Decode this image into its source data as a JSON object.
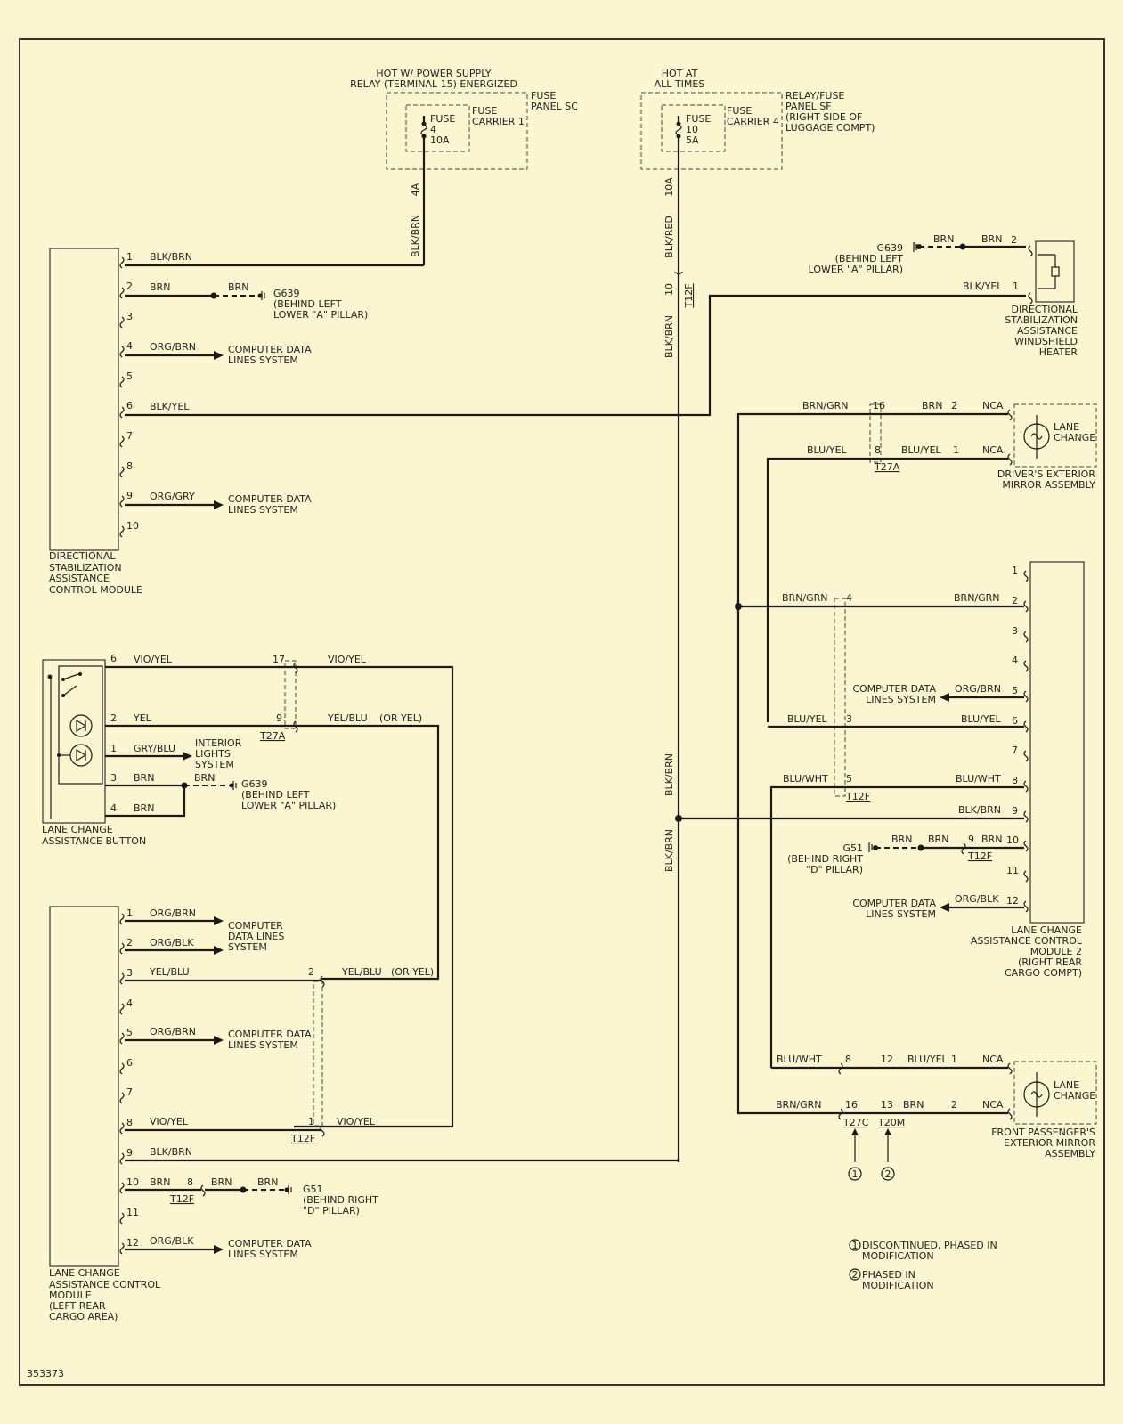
{
  "fuse_sc": {
    "header1": "HOT W/ POWER SUPPLY",
    "header2": "RELAY (TERMINAL 15) ENERGIZED",
    "panel1": "FUSE",
    "panel2": "PANEL SC",
    "carrier1": "FUSE",
    "carrier2": "CARRIER 1",
    "fuse1": "FUSE",
    "fuse2": "4",
    "fuse3": "10A",
    "rating": "4A",
    "wire": "BLK/BRN"
  },
  "fuse_sf": {
    "header1": "HOT AT",
    "header2": "ALL TIMES",
    "panel1": "RELAY/FUSE",
    "panel2": "PANEL SF",
    "panel3": "(RIGHT SIDE OF",
    "panel4": "LUGGAGE COMPT)",
    "carrier1": "FUSE",
    "carrier2": "CARRIER 4",
    "fuse1": "FUSE",
    "fuse2": "10",
    "fuse3": "5A",
    "rating": "10A",
    "wire": "BLK/RED",
    "conn_pin": "10",
    "conn": "T12F",
    "wire2": "BLK/BRN"
  },
  "dsa_module": {
    "label": [
      "DIRECTIONAL",
      "STABILIZATION",
      "ASSISTANCE",
      "CONTROL MODULE"
    ],
    "pins": [
      "1",
      "2",
      "3",
      "4",
      "5",
      "6",
      "7",
      "8",
      "9",
      "10"
    ],
    "wires": {
      "p1": "BLK/BRN",
      "p2": "BRN",
      "p2b": "BRN",
      "p4": "ORG/BRN",
      "p6": "BLK/YEL",
      "p9": "ORG/GRY"
    },
    "cdl1": [
      "COMPUTER DATA",
      "LINES SYSTEM"
    ],
    "cdl2": [
      "COMPUTER DATA",
      "LINES SYSTEM"
    ],
    "ground": [
      "G639",
      "(BEHIND LEFT",
      "LOWER \"A\" PILLAR)"
    ]
  },
  "heater": {
    "ground": [
      "G639",
      "(BEHIND LEFT",
      "LOWER \"A\" PILLAR)"
    ],
    "w1": "BRN",
    "w2": "BRN",
    "pin2": "2",
    "w3": "BLK/YEL",
    "pin1": "1",
    "label": [
      "DIRECTIONAL",
      "STABILIZATION",
      "ASSISTANCE",
      "WINDSHIELD",
      "HEATER"
    ]
  },
  "driver_mirror": {
    "w16": "BRN/GRN",
    "p16": "16",
    "wb": "BRN",
    "p2": "2",
    "nca1": "NCA",
    "w8": "BLU/YEL",
    "p8": "8",
    "wb2": "BLU/YEL",
    "p1": "1",
    "nca2": "NCA",
    "conn": "T27A",
    "lamp1": "LANE",
    "lamp2": "CHANGE",
    "label": [
      "DRIVER'S EXTERIOR",
      "MIRROR ASSEMBLY"
    ]
  },
  "module2": {
    "pins": [
      "1",
      "2",
      "3",
      "4",
      "5",
      "6",
      "7",
      "8",
      "9",
      "10",
      "11",
      "12"
    ],
    "w2l": "BRN/GRN",
    "c4": "4",
    "w2r": "BRN/GRN",
    "w5": "ORG/BRN",
    "cdl5": [
      "COMPUTER DATA",
      "LINES SYSTEM"
    ],
    "w6l": "BLU/YEL",
    "c3": "3",
    "w6r": "BLU/YEL",
    "w8l": "BLU/WHT",
    "c5": "5",
    "w8r": "BLU/WHT",
    "conn": "T12F",
    "w9": "BLK/BRN",
    "g51": [
      "G51",
      "(BEHIND RIGHT",
      "\"D\" PILLAR)"
    ],
    "w10a": "BRN",
    "w10b": "BRN",
    "c9": "9",
    "w10c": "BRN",
    "conn2": "T12F",
    "w12": "ORG/BLK",
    "cdl12": [
      "COMPUTER DATA",
      "LINES SYSTEM"
    ],
    "label": [
      "LANE CHANGE",
      "ASSISTANCE CONTROL",
      "MODULE 2",
      "(RIGHT REAR",
      "CARGO COMPT)"
    ],
    "vwire1": "BLK/BRN",
    "vwire2": "BLK/BRN"
  },
  "pass_mirror": {
    "w1l": "BLU/WHT",
    "c8": "8",
    "c12": "12",
    "w1r": "BLU/YEL",
    "p1": "1",
    "nca1": "NCA",
    "w2l": "BRN/GRN",
    "c16": "16",
    "c13": "13",
    "w2r": "BRN",
    "p2": "2",
    "nca2": "NCA",
    "conn1": "T27C",
    "conn2": "T20M",
    "n1": "1",
    "n2": "2",
    "lamp1": "LANE",
    "lamp2": "CHANGE",
    "label": [
      "FRONT PASSENGER'S",
      "EXTERIOR MIRROR",
      "ASSEMBLY"
    ]
  },
  "button": {
    "pins": [
      "6",
      "2",
      "1",
      "3",
      "4"
    ],
    "w6": "VIO/YEL",
    "c17": "17",
    "w6r": "VIO/YEL",
    "w2": "YEL",
    "c9": "9",
    "w2r": "YEL/BLU",
    "w2alt": "(OR YEL)",
    "conn": "T27A",
    "w1": "GRY/BLU",
    "ils": [
      "INTERIOR",
      "LIGHTS",
      "SYSTEM"
    ],
    "w3": "BRN",
    "w3b": "BRN",
    "ground": [
      "G639",
      "(BEHIND LEFT",
      "LOWER \"A\" PILLAR)"
    ],
    "w4": "BRN",
    "label": [
      "LANE CHANGE",
      "ASSISTANCE BUTTON"
    ]
  },
  "lca_module": {
    "pins": [
      "1",
      "2",
      "3",
      "4",
      "5",
      "6",
      "7",
      "8",
      "9",
      "10",
      "11",
      "12"
    ],
    "w1": "ORG/BRN",
    "w2": "ORG/BLK",
    "cdl12": [
      "COMPUTER",
      "DATA LINES",
      "SYSTEM"
    ],
    "w3": "YEL/BLU",
    "c2": "2",
    "w3r": "YEL/BLU",
    "w3alt": "(OR YEL)",
    "w5": "ORG/BRN",
    "cdl5": [
      "COMPUTER DATA",
      "LINES SYSTEM"
    ],
    "w8": "VIO/YEL",
    "c1": "1",
    "w8r": "VIO/YEL",
    "conn": "T12F",
    "w9": "BLK/BRN",
    "w10": "BRN",
    "c8": "8",
    "w10b": "BRN",
    "w10c": "BRN",
    "conn2": "T12F",
    "g51": [
      "G51",
      "(BEHIND RIGHT",
      "\"D\" PILLAR)"
    ],
    "w12": "ORG/BLK",
    "cdl12b": [
      "COMPUTER DATA",
      "LINES SYSTEM"
    ],
    "label": [
      "LANE CHANGE",
      "ASSISTANCE CONTROL",
      "MODULE",
      "(LEFT REAR",
      "CARGO AREA)"
    ]
  },
  "notes": {
    "n1": "1",
    "t1a": "DISCONTINUED, PHASED IN",
    "t1b": "MODIFICATION",
    "n2": "2",
    "t2a": "PHASED IN",
    "t2b": "MODIFICATION"
  },
  "figure_id": "353373"
}
